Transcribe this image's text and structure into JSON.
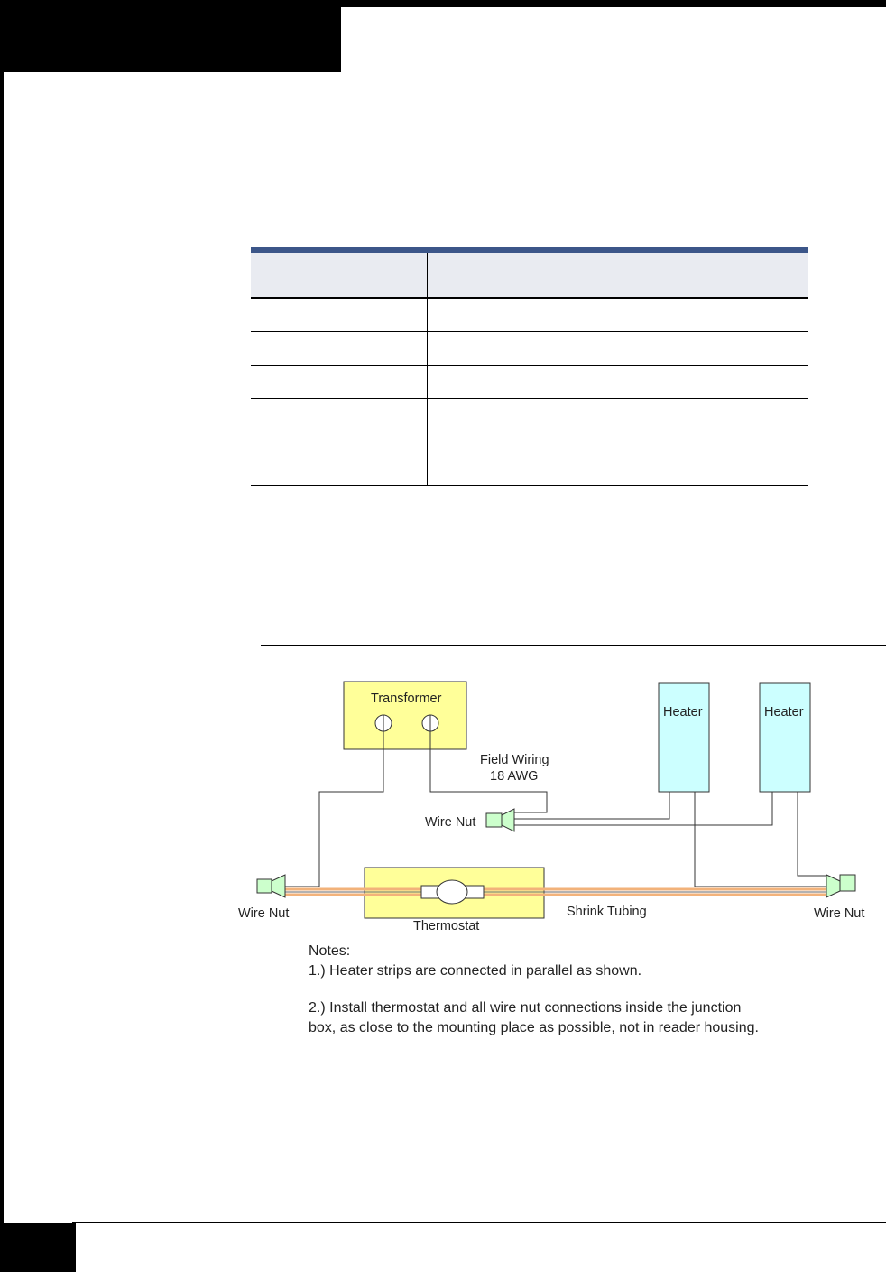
{
  "table": {
    "header": [
      "",
      ""
    ],
    "rows": [
      [
        "",
        ""
      ],
      [
        "",
        ""
      ],
      [
        "",
        ""
      ],
      [
        "",
        ""
      ],
      [
        "",
        ""
      ]
    ]
  },
  "diagram": {
    "transformer": "Transformer",
    "heater_1": "Heater",
    "heater_2": "Heater",
    "field_wiring_line1": "Field Wiring",
    "field_wiring_line2": "18 AWG",
    "wire_nut_middle": "Wire Nut",
    "wire_nut_left": "Wire Nut",
    "wire_nut_right": "Wire Nut",
    "thermostat": "Thermostat",
    "shrink_tubing": "Shrink Tubing",
    "notes_title": "Notes:",
    "note_1": "1.) Heater strips are connected in parallel as shown.",
    "note_2_line1": "2.) Install thermostat and all wire nut connections inside the junction",
    "note_2_line2": "box, as close to the mounting place as possible, not in reader housing."
  },
  "colors": {
    "table_header_rule": "#3c5689",
    "table_header_fill": "#e9ebf1",
    "transformer_fill": "#ffff99",
    "heater_fill": "#ccffff",
    "wire_nut_fill": "#ccffcc",
    "shrink_tubing": "#f2b27a"
  }
}
